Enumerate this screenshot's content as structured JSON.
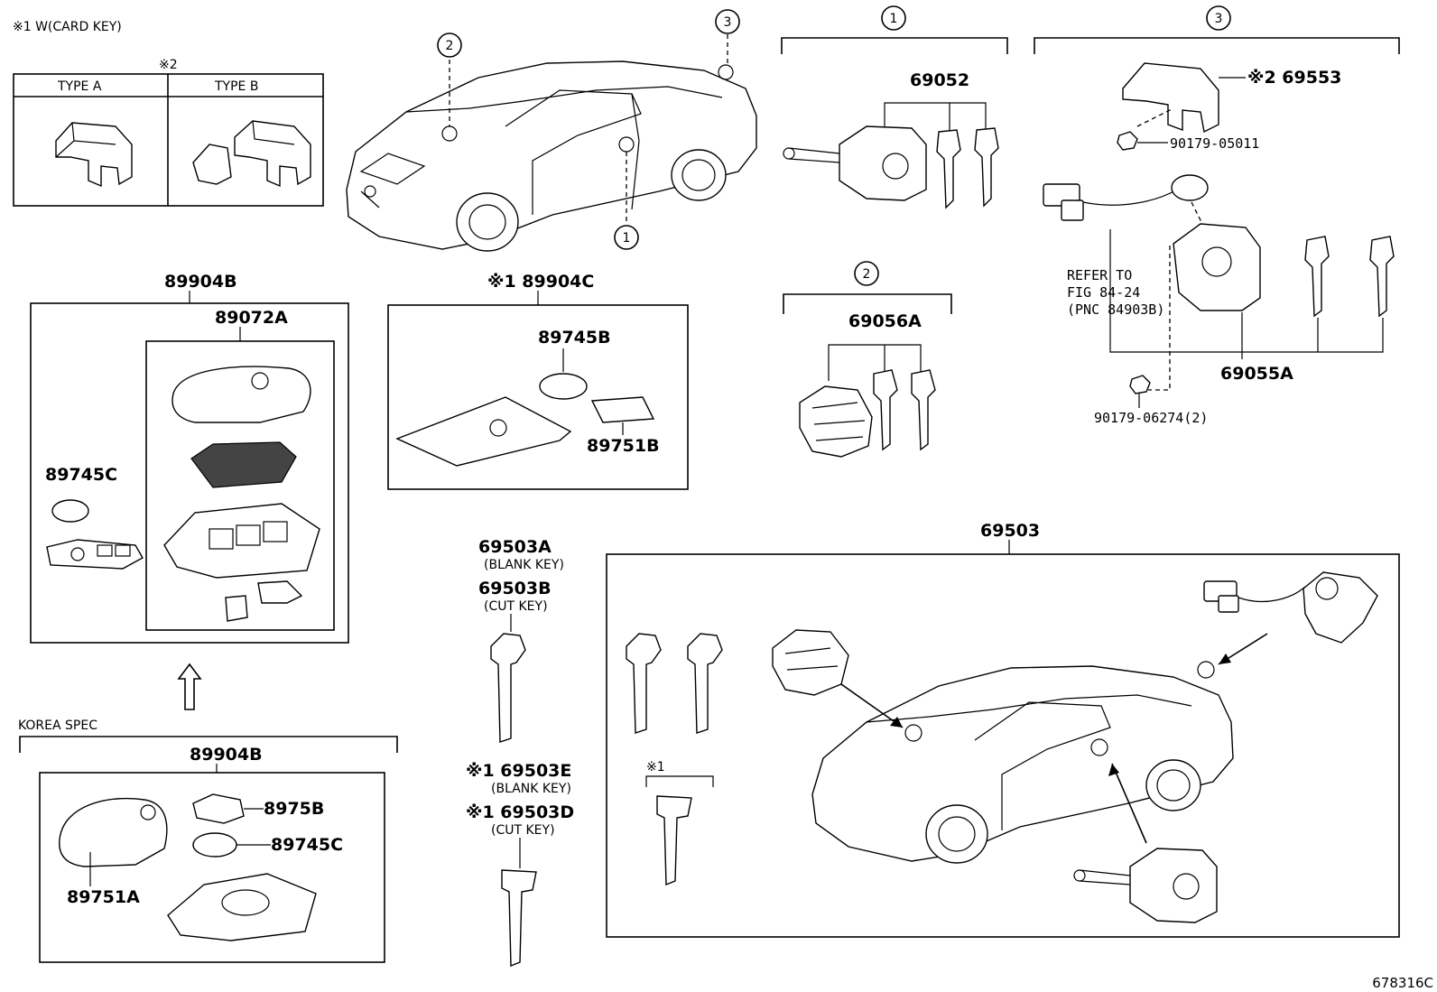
{
  "header": {
    "card_key_note": "※1 W(CARD KEY)",
    "note2": "※2",
    "type_a": "TYPE  A",
    "type_b": "TYPE  B"
  },
  "circles": {
    "one": "1",
    "two": "2",
    "three": "3"
  },
  "groups": {
    "g1": {
      "circle": "1",
      "part": "69052"
    },
    "g2": {
      "circle": "2",
      "part": "69056A"
    },
    "g3": {
      "circle": "3",
      "cover": "※2 69553",
      "bolt1": "90179-05011",
      "refer": [
        "REFER  TO",
        "FIG  84-24",
        "(PNC  84903B)"
      ],
      "assembly": "69055A",
      "bolt2": "90179-06274(2)"
    }
  },
  "remote": {
    "outer": "89904B",
    "inner": "89072A",
    "battery": "89745C"
  },
  "card": {
    "outer": "※1 89904C",
    "battery": "89745B",
    "sheet": "89751B"
  },
  "korea": {
    "label": "KOREA SPEC",
    "outer": "89904B",
    "cover": "8975B",
    "battery": "89745C",
    "case": "89751A"
  },
  "keys": {
    "k1_part": "69503A",
    "k1_note": "(BLANK KEY)",
    "k2_part": "69503B",
    "k2_note": "(CUT KEY)",
    "k3_part": "※1 69503E",
    "k3_note": "(BLANK KEY)",
    "k4_part": "※1 69503D",
    "k4_note": "(CUT KEY)"
  },
  "set": {
    "part": "69503",
    "note1": "※1"
  },
  "figure_id": "678316C"
}
